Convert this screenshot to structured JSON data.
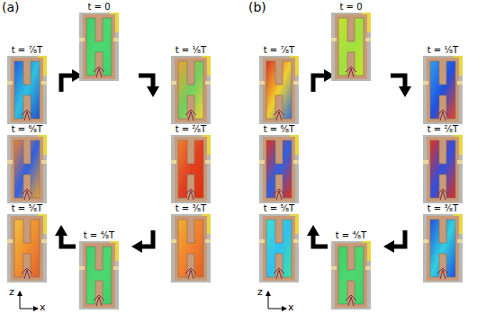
{
  "diagram": {
    "nodes": [
      {
        "text": [
          "t = 0"
        ]
      },
      {
        "text": [
          "t = ¹⁄₈T"
        ]
      },
      {
        "text": [
          "t = ²⁄₈T"
        ]
      },
      {
        "text": [
          "t = ³⁄₈T"
        ]
      },
      {
        "text": [
          "t = ⁴⁄₈T"
        ]
      },
      {
        "text": [
          "t = ⁵⁄₈T"
        ]
      },
      {
        "text": [
          "t = ⁶⁄₈T"
        ]
      },
      {
        "text": [
          "t = ⁷⁄₈T"
        ]
      },
      {
        "text": [
          "t = 0"
        ]
      },
      {
        "text": [
          "t = ¹⁄₈T"
        ]
      },
      {
        "text": [
          "t = ²⁄₈T"
        ]
      },
      {
        "text": [
          "t = ³⁄₈T"
        ]
      },
      {
        "text": [
          "t = ⁴⁄₈T"
        ]
      },
      {
        "text": [
          "t = ⁵⁄₈T"
        ]
      },
      {
        "text": [
          "t = ⁶⁄₈T"
        ]
      },
      {
        "text": [
          "t = ⁷⁄₈T"
        ]
      }
    ],
    "labels": [
      "(a)",
      "(b)",
      "z",
      "x",
      "z",
      "x"
    ]
  }
}
